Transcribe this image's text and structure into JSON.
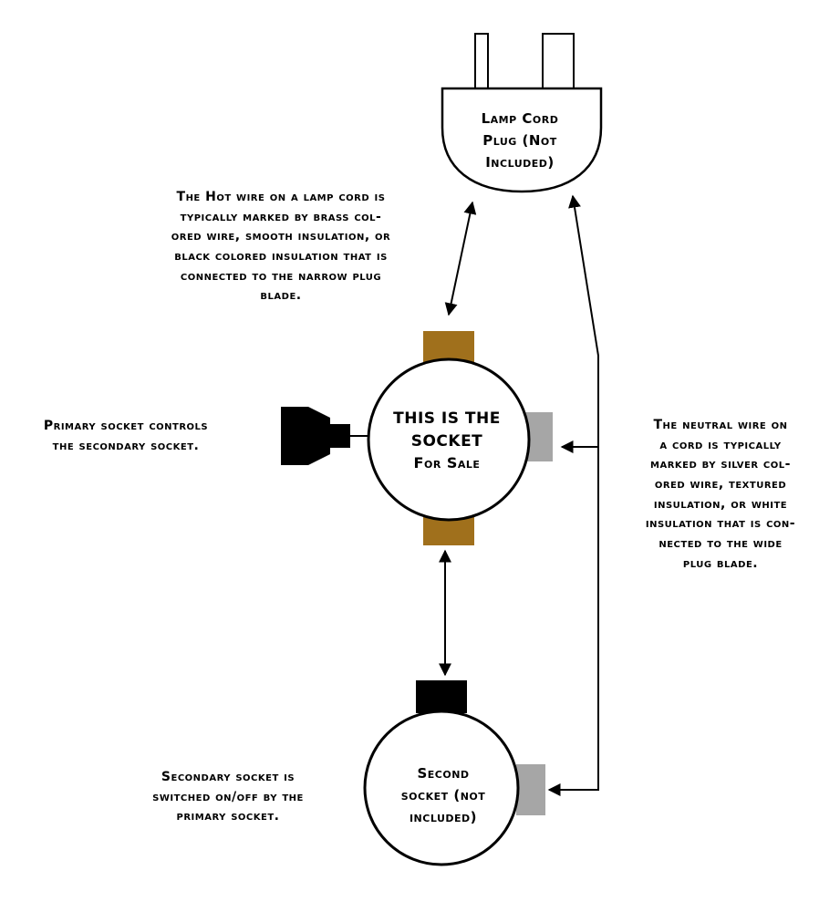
{
  "diagram": {
    "plug_label": [
      "Lamp Cord",
      "Plug (Not",
      "Included)"
    ],
    "hot_wire_text": [
      "The Hot wire on a lamp cord is",
      "typically marked by brass col-",
      "ored wire, smooth insulation, or",
      "black colored insulation that is",
      "connected to the narrow plug",
      "blade."
    ],
    "primary_socket_text": [
      "Primary socket controls",
      "the secondary socket."
    ],
    "socket_label": [
      "THIS IS THE",
      "SOCKET",
      "For Sale"
    ],
    "neutral_wire_text": [
      "The neutral wire on",
      "a cord is typically",
      "marked by silver col-",
      "ored wire, textured",
      "insulation, or white",
      "insulation that is con-",
      "nected to the wide",
      "plug blade."
    ],
    "second_socket_label": [
      "Second",
      "socket (not",
      "included)"
    ],
    "secondary_socket_text": [
      "Secondary socket is",
      "switched on/off by the",
      "primary socket."
    ]
  },
  "colors": {
    "brass_terminal": "#a0701c",
    "silver_terminal": "#a6a6a6",
    "black_part": "#000000",
    "outline": "#000000"
  }
}
